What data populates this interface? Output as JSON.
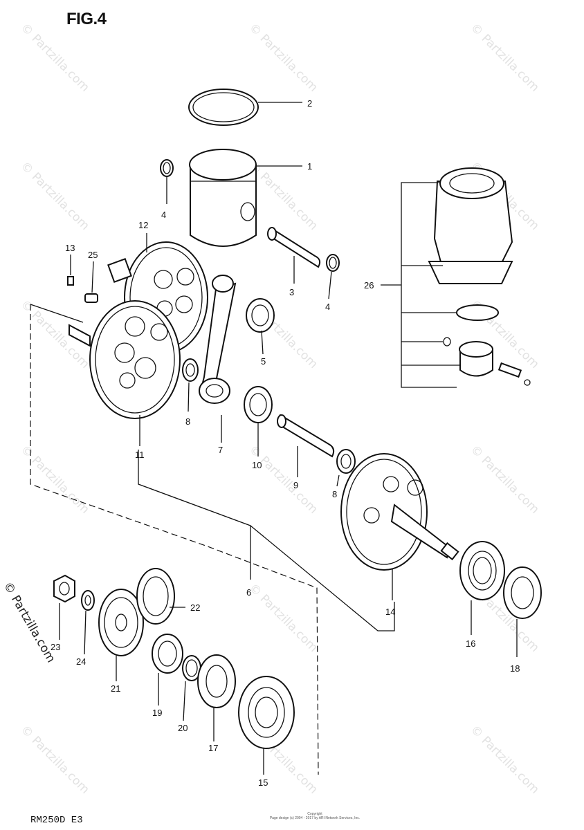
{
  "figure": {
    "title": "FIG.4",
    "model_code": "RM250D E3",
    "copyright_lines": [
      "Copyright",
      "Page design (c) 2004 - 2017 by ARI Network Services, Inc."
    ]
  },
  "watermark": {
    "text": "© Partzilla.com"
  },
  "callouts": {
    "c1": "1",
    "c2": "2",
    "c3": "3",
    "c4a": "4",
    "c4b": "4",
    "c5": "5",
    "c6": "6",
    "c7": "7",
    "c8a": "8",
    "c8b": "8",
    "c9": "9",
    "c10": "10",
    "c11": "11",
    "c12": "12",
    "c13": "13",
    "c14": "14",
    "c15": "15",
    "c16": "16",
    "c17": "17",
    "c18": "18",
    "c19": "19",
    "c20": "20",
    "c21": "21",
    "c22": "22",
    "c23": "23",
    "c24": "24",
    "c25": "25",
    "c26": "26"
  }
}
